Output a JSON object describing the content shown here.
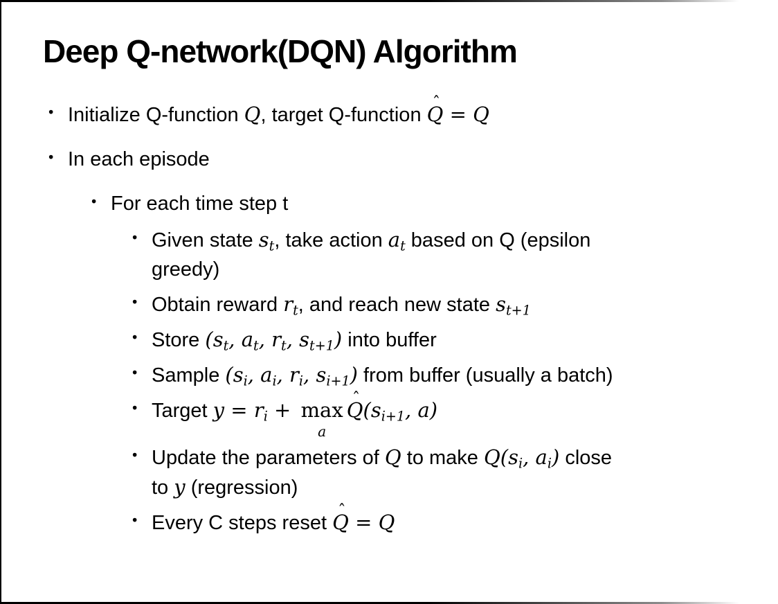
{
  "title": "Deep Q-network(DQN) Algorithm",
  "colors": {
    "background": "#ffffff",
    "border": "#000000",
    "text": "#000000"
  },
  "notation": {
    "bullet_char": "•",
    "hat_char": "ˆ"
  },
  "bullets": [
    {
      "level": 1,
      "segments": [
        {
          "t": "x",
          "s": "Initialize Q-function "
        },
        {
          "t": "m",
          "s": "Q"
        },
        {
          "t": "x",
          "s": ", target Q-function "
        },
        {
          "t": "m",
          "s": "Q",
          "hat": true
        },
        {
          "t": "m",
          "s": " = "
        },
        {
          "t": "m",
          "s": "Q"
        }
      ]
    },
    {
      "level": 1,
      "segments": [
        {
          "t": "x",
          "s": "In each episode"
        }
      ]
    },
    {
      "level": 2,
      "segments": [
        {
          "t": "x",
          "s": "For each time step t"
        }
      ]
    },
    {
      "level": 3,
      "segments": [
        {
          "t": "x",
          "s": "Given state "
        },
        {
          "t": "m",
          "s": "s",
          "sub": "t"
        },
        {
          "t": "x",
          "s": ", take action "
        },
        {
          "t": "m",
          "s": "a",
          "sub": "t"
        },
        {
          "t": "x",
          "s": " based on Q (epsilon"
        },
        {
          "t": "br"
        },
        {
          "t": "x",
          "s": "greedy)"
        }
      ]
    },
    {
      "level": 3,
      "segments": [
        {
          "t": "x",
          "s": "Obtain reward "
        },
        {
          "t": "m",
          "s": "r",
          "sub": "t"
        },
        {
          "t": "x",
          "s": ", and reach new state "
        },
        {
          "t": "m",
          "s": "s",
          "sub": "t+1"
        }
      ]
    },
    {
      "level": 3,
      "segments": [
        {
          "t": "x",
          "s": "Store "
        },
        {
          "t": "m",
          "s": "("
        },
        {
          "t": "m",
          "s": "s",
          "sub": "t"
        },
        {
          "t": "m",
          "s": ", "
        },
        {
          "t": "m",
          "s": "a",
          "sub": "t"
        },
        {
          "t": "m",
          "s": ", "
        },
        {
          "t": "m",
          "s": "r",
          "sub": "t"
        },
        {
          "t": "m",
          "s": ", "
        },
        {
          "t": "m",
          "s": "s",
          "sub": "t+1"
        },
        {
          "t": "m",
          "s": ")"
        },
        {
          "t": "x",
          "s": " into buffer"
        }
      ]
    },
    {
      "level": 3,
      "segments": [
        {
          "t": "x",
          "s": "Sample "
        },
        {
          "t": "m",
          "s": "("
        },
        {
          "t": "m",
          "s": "s",
          "sub": "i"
        },
        {
          "t": "m",
          "s": ", "
        },
        {
          "t": "m",
          "s": "a",
          "sub": "i"
        },
        {
          "t": "m",
          "s": ", "
        },
        {
          "t": "m",
          "s": "r",
          "sub": "i"
        },
        {
          "t": "m",
          "s": ", "
        },
        {
          "t": "m",
          "s": "s",
          "sub": "i+1"
        },
        {
          "t": "m",
          "s": ")"
        },
        {
          "t": "x",
          "s": " from buffer (usually a batch)"
        }
      ]
    },
    {
      "level": 3,
      "segments": [
        {
          "t": "x",
          "s": "Target "
        },
        {
          "t": "m",
          "s": "y"
        },
        {
          "t": "m",
          "s": " = "
        },
        {
          "t": "m",
          "s": "r",
          "sub": "i"
        },
        {
          "t": "m",
          "s": " + "
        },
        {
          "t": "underop",
          "base": "max",
          "under": "a"
        },
        {
          "t": "m",
          "s": "Q",
          "hat": true
        },
        {
          "t": "m",
          "s": "("
        },
        {
          "t": "m",
          "s": "s",
          "sub": "i+1"
        },
        {
          "t": "m",
          "s": ", "
        },
        {
          "t": "m",
          "s": "a"
        },
        {
          "t": "m",
          "s": ")"
        }
      ]
    },
    {
      "level": 3,
      "segments": [
        {
          "t": "x",
          "s": "Update the parameters of "
        },
        {
          "t": "m",
          "s": "Q"
        },
        {
          "t": "x",
          "s": " to make "
        },
        {
          "t": "m",
          "s": "Q"
        },
        {
          "t": "m",
          "s": "("
        },
        {
          "t": "m",
          "s": "s",
          "sub": "i"
        },
        {
          "t": "m",
          "s": ", "
        },
        {
          "t": "m",
          "s": "a",
          "sub": "i"
        },
        {
          "t": "m",
          "s": ")"
        },
        {
          "t": "x",
          "s": " close"
        },
        {
          "t": "br"
        },
        {
          "t": "x",
          "s": "to "
        },
        {
          "t": "m",
          "s": "y"
        },
        {
          "t": "x",
          "s": " (regression)"
        }
      ]
    },
    {
      "level": 3,
      "segments": [
        {
          "t": "x",
          "s": "Every C steps reset "
        },
        {
          "t": "m",
          "s": "Q",
          "hat": true
        },
        {
          "t": "m",
          "s": " = "
        },
        {
          "t": "m",
          "s": "Q"
        }
      ]
    }
  ]
}
